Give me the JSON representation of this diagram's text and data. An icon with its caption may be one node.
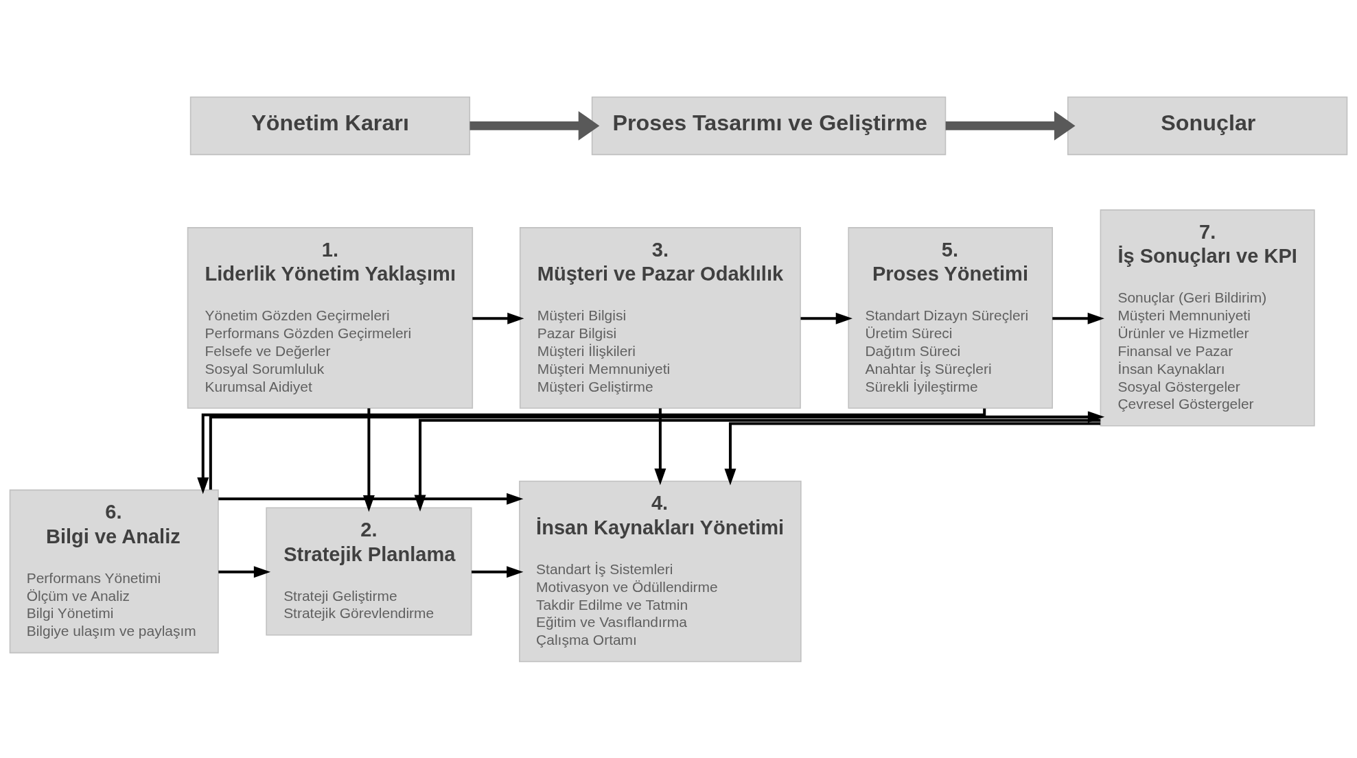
{
  "diagram": {
    "nodes": [
      {
        "text": [
          "Yönetim Kararı"
        ]
      },
      {
        "text": [
          "Proses Tasarımı ve Geliştirme"
        ]
      },
      {
        "text": [
          "Sonuçlar"
        ]
      },
      {
        "text": [
          "1.",
          "Liderlik Yönetim Yaklaşımı",
          "Yönetim Gözden Geçirmeleri",
          "Performans Gözden Geçirmeleri",
          "Felsefe ve Değerler",
          "Sosyal Sorumluluk",
          "Kurumsal Aidiyet"
        ]
      },
      {
        "text": [
          "3.",
          "Müşteri ve Pazar Odaklılık",
          "Müşteri Bilgisi",
          "Pazar Bilgisi",
          "Müşteri İlişkileri",
          "Müşteri Memnuniyeti",
          "Müşteri Geliştirme"
        ]
      },
      {
        "text": [
          "5.",
          "Proses Yönetimi",
          "Standart Dizayn Süreçleri",
          "Üretim Süreci",
          "Dağıtım Süreci",
          "Anahtar İş Süreçleri",
          "Sürekli İyileştirme"
        ]
      },
      {
        "text": [
          "7.",
          "İş Sonuçları ve KPI",
          "Sonuçlar (Geri Bildirim)",
          "Müşteri Memnuniyeti",
          "Ürünler ve Hizmetler",
          "Finansal ve Pazar",
          "İnsan Kaynakları",
          "Sosyal Göstergeler",
          "Çevresel Göstergeler"
        ]
      },
      {
        "text": [
          "2.",
          "Stratejik Planlama",
          "Strateji Geliştirme",
          "Stratejik Görevlendirme"
        ]
      },
      {
        "text": [
          "4.",
          "İnsan Kaynakları Yönetimi",
          "Standart İş Sistemleri",
          "Motivasyon ve Ödüllendirme",
          "Takdir Edilme ve Tatmin",
          "Eğitim ve Vasıflandırma",
          "Çalışma Ortamı"
        ]
      },
      {
        "text": [
          "6.",
          "Bilgi ve Analiz",
          "Performans Yönetimi",
          "Ölçüm ve Analiz",
          "Bilgi Yönetimi",
          "Bilgiye ulaşım ve paylaşım"
        ]
      }
    ],
    "edges": [
      {
        "from": 0,
        "to": 1,
        "arrow": "to",
        "style": "thick",
        "color": "#595959"
      },
      {
        "from": 1,
        "to": 2,
        "arrow": "to",
        "style": "thick",
        "color": "#595959"
      },
      {
        "from": 3,
        "to": 4,
        "arrow": "to"
      },
      {
        "from": 4,
        "to": 5,
        "arrow": "to"
      },
      {
        "from": 4,
        "to": 8,
        "arrow": "to"
      },
      {
        "from": 5,
        "to": 6,
        "arrow": "to"
      },
      {
        "from": 3,
        "to": 7,
        "arrow": "to"
      },
      {
        "from": 7,
        "to": 8,
        "arrow": "to"
      },
      {
        "from": 5,
        "to": 9,
        "arrow": "to"
      },
      {
        "from": 9,
        "to": 6,
        "arrow": "to"
      },
      {
        "from": 6,
        "to": 7,
        "arrow": "to"
      },
      {
        "from": 6,
        "to": 8,
        "arrow": "to"
      },
      {
        "from": 9,
        "to": 7,
        "arrow": "to"
      },
      {
        "from": 9,
        "to": 8,
        "arrow": "to"
      }
    ]
  }
}
